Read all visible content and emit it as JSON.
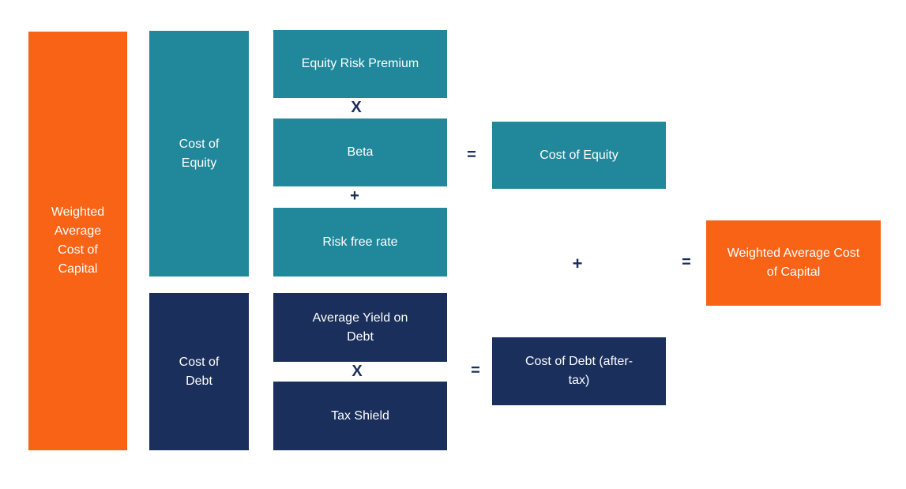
{
  "diagram": {
    "title": "Weighted Average Cost of Capital (WACC) formula diagram",
    "colors": {
      "orange": "#F96316",
      "teal": "#21879B",
      "navy": "#1A2F5B",
      "text": "#FFFFFF",
      "background": "#FFFFFF"
    },
    "boxes": {
      "wacc_left": "Weighted Average Cost of Capital",
      "cost_of_equity_group": "Cost of Equity",
      "equity_risk_premium": "Equity Risk Premium",
      "beta": "Beta",
      "risk_free_rate": "Risk free rate",
      "cost_of_debt_group": "Cost of Debt",
      "average_yield_on_debt": "Average Yield on Debt",
      "tax_shield": "Tax Shield",
      "cost_of_equity_result": "Cost of Equity",
      "cost_of_debt_result": "Cost of Debt (after-tax)",
      "wacc_right": "Weighted Average Cost of Capital"
    },
    "operators": {
      "multiply_equity": "X",
      "plus_equity": "+",
      "equals_equity": "=",
      "multiply_debt": "X",
      "equals_debt": "=",
      "plus_combine": "+",
      "equals_final": "="
    }
  }
}
